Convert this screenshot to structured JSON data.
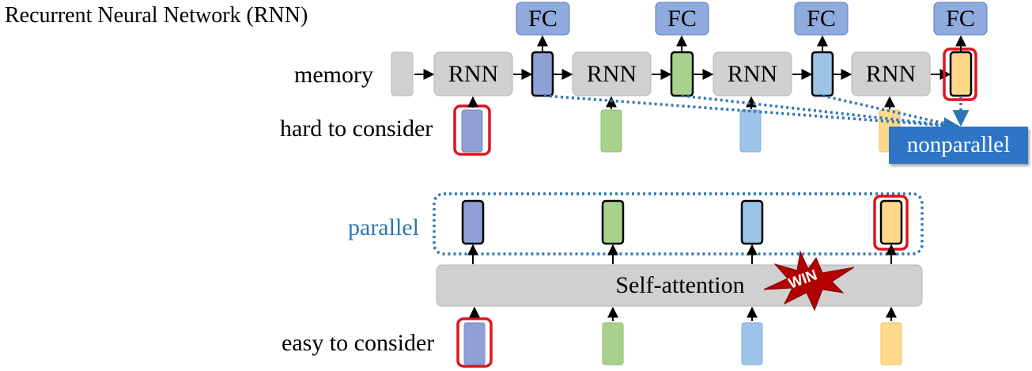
{
  "title": "Recurrent Neural Network (RNN)",
  "labels": {
    "memory": "memory",
    "hard": "hard to consider",
    "easy": "easy to consider",
    "parallel": "parallel",
    "nonparallel": "nonparallel"
  },
  "rnn": {
    "cell_label": "RNN",
    "count": 4
  },
  "fc": {
    "label": "FC",
    "count": 4
  },
  "self_attention": {
    "label": "Self-attention",
    "badge": "WIN"
  },
  "colors": {
    "blue_purple": "#8ea0d4",
    "green": "#a9d18e",
    "light_blue": "#9dc3e6",
    "yellow": "#ffd98a",
    "fc_fill": "#8faadc",
    "gray_box": "#d0d0d0",
    "highlight_red": "#e0141b",
    "dotted_blue": "#2e75b6",
    "badge_red": "#b30000"
  }
}
